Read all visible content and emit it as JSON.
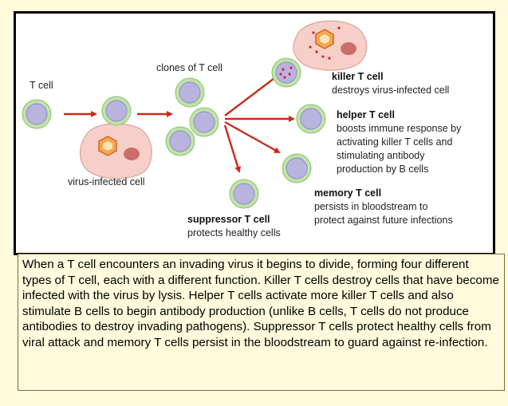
{
  "diagram": {
    "labels": {
      "t_cell": "T cell",
      "clones": "clones of T cell",
      "virus_infected_cell": "virus-infected cell",
      "killer_title": "killer T cell",
      "killer_desc": "destroys virus-infected cell",
      "helper_title": "helper T cell",
      "helper_desc": [
        "boosts immune response by",
        "activating killer T cells and",
        "stimulating antibody",
        "production by B cells"
      ],
      "memory_title": "memory T cell",
      "memory_desc": [
        "persists in bloodstream to",
        "protect against future infections"
      ],
      "suppressor_title": "suppressor T cell",
      "suppressor_desc": "protects healthy cells"
    },
    "colors": {
      "cell_fill": "#b9b4de",
      "cell_ring": "#bfe3a8",
      "arrow": "#cc2a1a",
      "infected_cell": "#f6cfc8",
      "nucleus": "#c96e6a",
      "virus": "#e07a1a"
    }
  },
  "caption": "When a T cell encounters an invading virus it begins to divide, forming four different types of T cell, each with a different function. Killer T cells destroy cells that have become infected with the virus by lysis. Helper T cells activate more killer T cells and also stimulate B cells to begin antibody production (unlike B cells, T cells do not produce antibodies to destroy invading pathogens). Suppressor T cells protect healthy cells from viral attack and memory T cells persist in the bloodstream to guard against re-infection."
}
